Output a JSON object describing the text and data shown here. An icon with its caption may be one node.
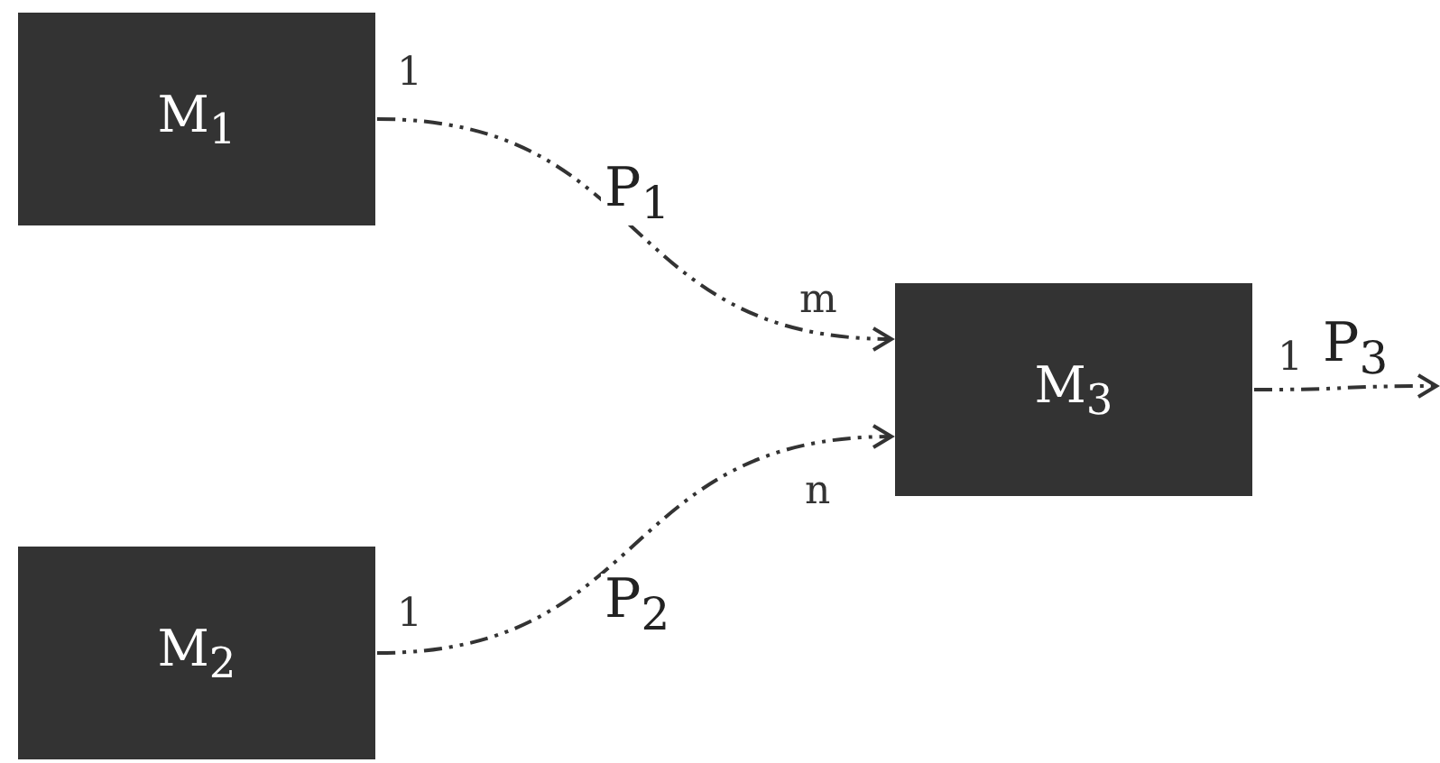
{
  "diagram": {
    "nodes": [
      {
        "text": [
          "M$_{1}$"
        ]
      },
      {
        "text": [
          "M$_{2}$"
        ]
      },
      {
        "text": [
          "M$_{3}$"
        ]
      }
    ],
    "edges": [
      {
        "from": 0,
        "to": 2,
        "arrow": "to",
        "label": "P$_{1}$",
        "style": "dashed"
      },
      {
        "from": 1,
        "to": 2,
        "arrow": "to",
        "label": "P$_{2}$",
        "style": "dashed"
      },
      {
        "from": 2,
        "to": null,
        "arrow": "to",
        "label": "P$_{3}$",
        "style": "dashed"
      }
    ],
    "labels": [
      "1",
      "m",
      "n",
      "1",
      "1"
    ]
  }
}
